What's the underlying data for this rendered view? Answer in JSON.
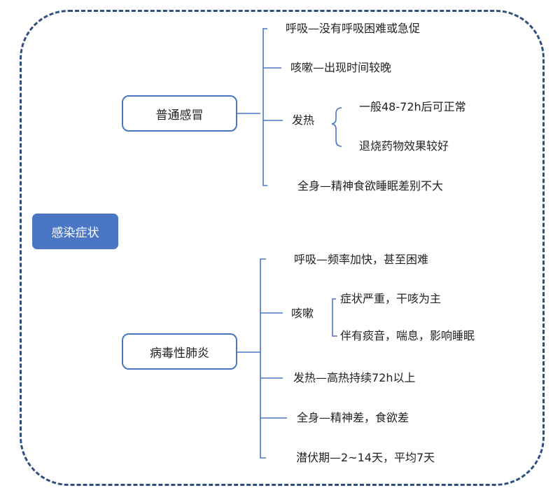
{
  "root": "感染症状",
  "cold": {
    "label": "普通感冒",
    "breath": "呼吸—没有呼吸困难或急促",
    "cough": "咳嗽—出现时间较晚",
    "fever": "发热",
    "fever_1": "一般48-72h后可正常",
    "fever_2": "退烧药物效果较好",
    "body": "全身—精神食欲睡眠差别不大"
  },
  "pneumonia": {
    "label": "病毒性肺炎",
    "breath": "呼吸—频率加快，甚至困难",
    "cough": "咳嗽",
    "cough_1": "症状严重，干咳为主",
    "cough_2": "伴有痰音，喘息，影响睡眠",
    "fever": "发热—高热持续72h以上",
    "body": "全身—精神差，食欲差",
    "incubation": "潜伏期—2~14天，平均7天"
  },
  "colors": {
    "accent": "#4a76c4",
    "frame": "#2f4f7f",
    "line": "#4a76c4"
  }
}
